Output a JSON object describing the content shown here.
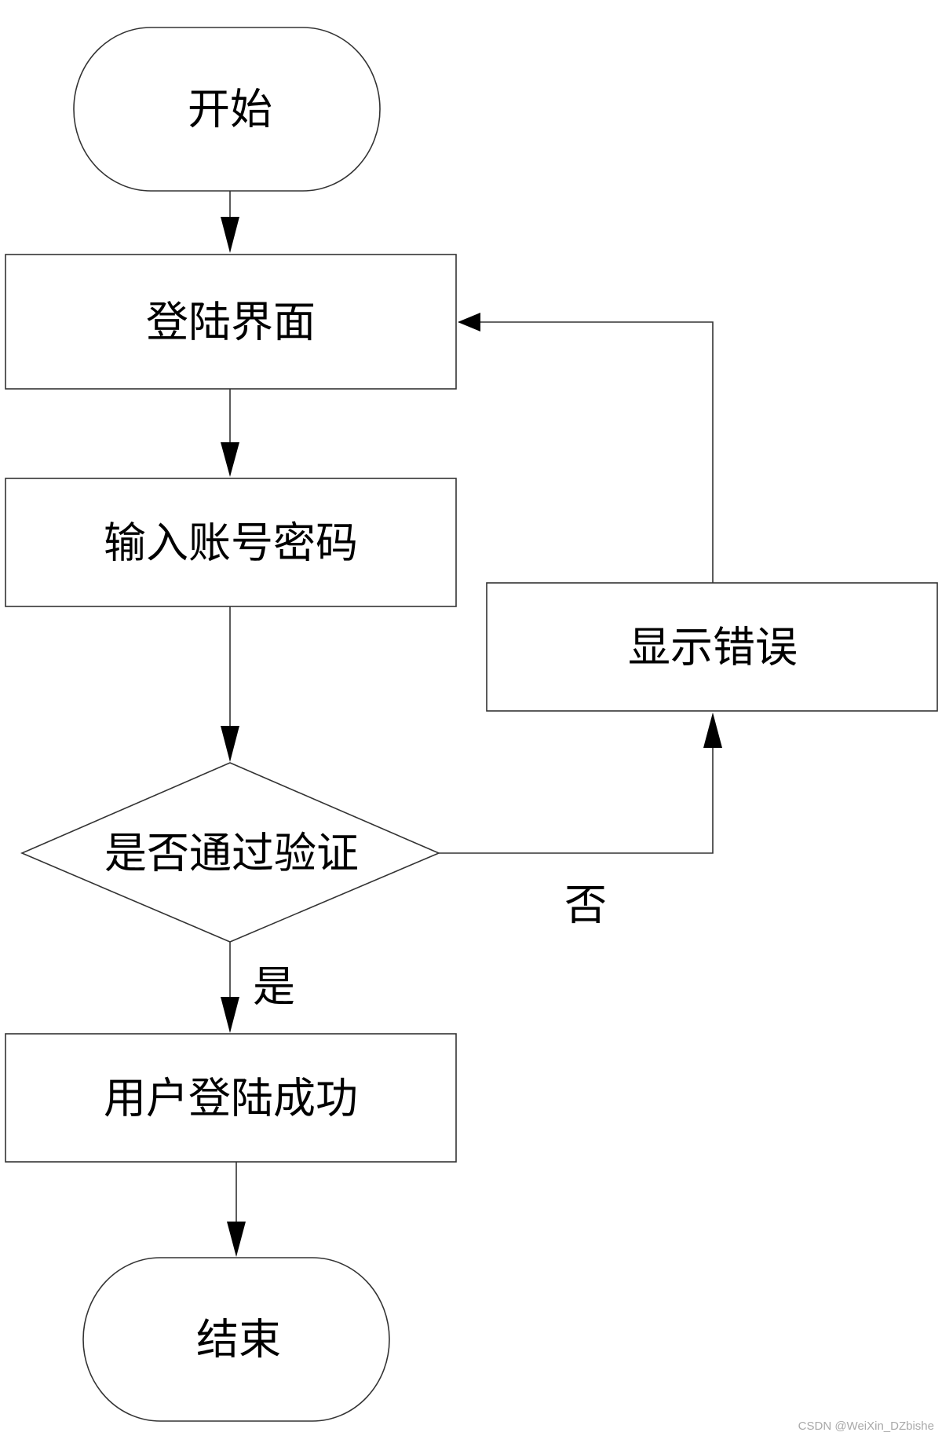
{
  "diagram": {
    "nodes": {
      "start": "开始",
      "login_page": "登陆界面",
      "input_credentials": "输入账号密码",
      "verify": "是否通过验证",
      "show_error": "显示错误",
      "login_success": "用户登陆成功",
      "end": "结束"
    },
    "edge_labels": {
      "yes": "是",
      "no": "否"
    }
  },
  "watermark": "CSDN @WeiXin_DZbishe",
  "colors": {
    "background": "#ffffff",
    "stroke": "#333333",
    "text": "#000000",
    "watermark": "#a9a9a9"
  }
}
